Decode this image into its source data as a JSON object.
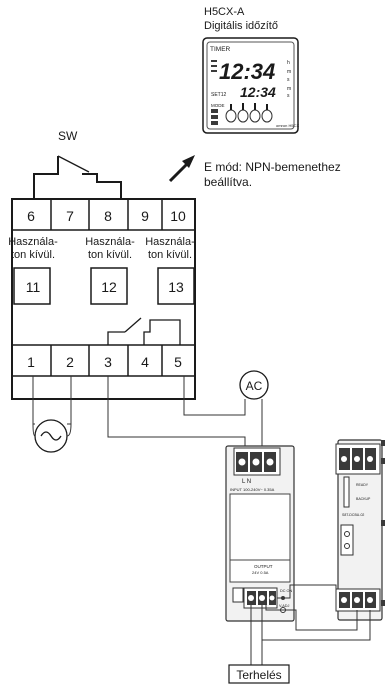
{
  "timer": {
    "model": "H5CX-A",
    "subtitle": "Digitális időzítő",
    "label": "TIMER",
    "display_main": "12:34",
    "display_sub": "12:34",
    "set_label": "SET12",
    "mode_label": "MODE",
    "brand": "omron H5CX",
    "unit_h": "h",
    "unit_m": "m",
    "unit_s": "s",
    "unit_m2": "m",
    "unit_s2": "s"
  },
  "mode_note": {
    "line1": "E mód: NPN-bemenethez",
    "line2": "beállítva."
  },
  "switch_label": "SW",
  "terminals_top": [
    "6",
    "7",
    "8",
    "9",
    "10"
  ],
  "unused_labels": [
    {
      "line1": "Használa-",
      "line2": "ton kívül."
    },
    {
      "line1": "Használa-",
      "line2": "ton kívül."
    },
    {
      "line1": "Használa-",
      "line2": "ton kívül."
    }
  ],
  "terminals_mid": [
    "11",
    "12",
    "13"
  ],
  "terminals_bottom": [
    "1",
    "2",
    "3",
    "4",
    "5"
  ],
  "ac_label": "AC",
  "load_label": "Terhelés",
  "psu": {
    "input_text": "INPUT 100-240V~ 0.35A",
    "output_text": "OUTPUT",
    "output_sub": "24V 0.5A",
    "v_adj": "V.ADJ",
    "dc_on": "DC ON",
    "terminal_text": "L N"
  },
  "relay_module": {
    "ready": "READY",
    "backup": "BACKUP",
    "model_text": "S8T-DCBU-02"
  }
}
